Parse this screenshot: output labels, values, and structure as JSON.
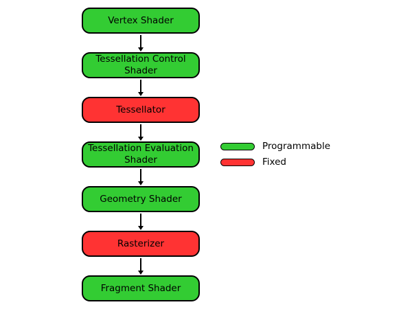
{
  "colors": {
    "programmable": "#33cc33",
    "fixed": "#ff3333",
    "outline": "#000000"
  },
  "pipeline": {
    "stages": [
      {
        "label": "Vertex Shader",
        "kind": "programmable"
      },
      {
        "label": "Tessellation Control Shader",
        "kind": "programmable"
      },
      {
        "label": "Tessellator",
        "kind": "fixed"
      },
      {
        "label": "Tessellation Evaluation Shader",
        "kind": "programmable"
      },
      {
        "label": "Geometry Shader",
        "kind": "programmable"
      },
      {
        "label": "Rasterizer",
        "kind": "fixed"
      },
      {
        "label": "Fragment Shader",
        "kind": "programmable"
      }
    ]
  },
  "legend": {
    "items": [
      {
        "label": "Programmable",
        "kind": "programmable"
      },
      {
        "label": "Fixed",
        "kind": "fixed"
      }
    ]
  }
}
